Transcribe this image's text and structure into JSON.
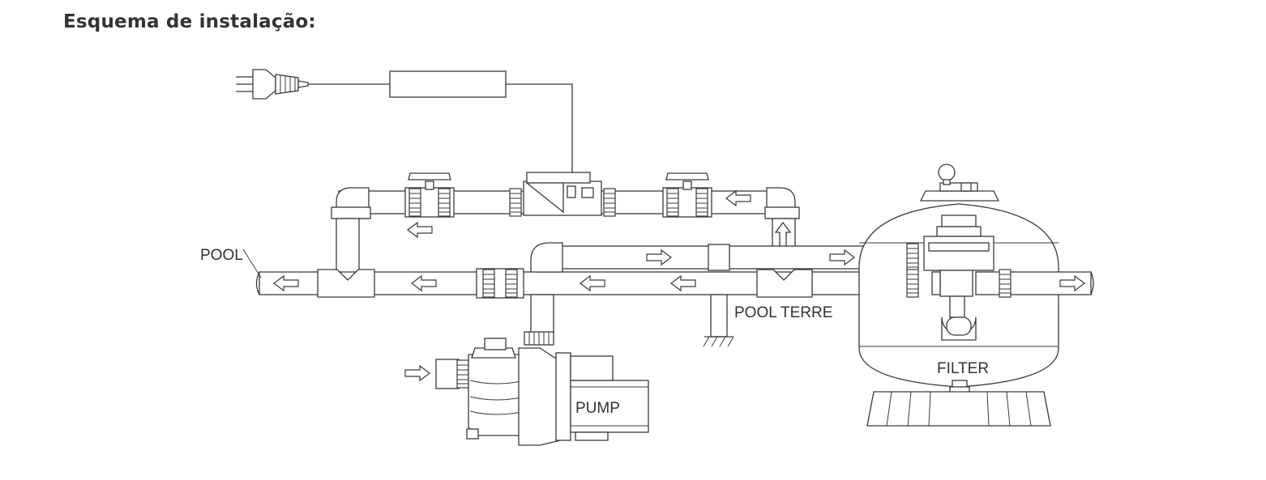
{
  "title": "Esquema de instalação:",
  "labels": {
    "pool": "POOL",
    "pool_terre": "POOL TERRE",
    "pump": "PUMP",
    "filter": "FILTER"
  },
  "colors": {
    "line": "#3a3a3a",
    "background": "#ffffff",
    "title": "#333333"
  }
}
